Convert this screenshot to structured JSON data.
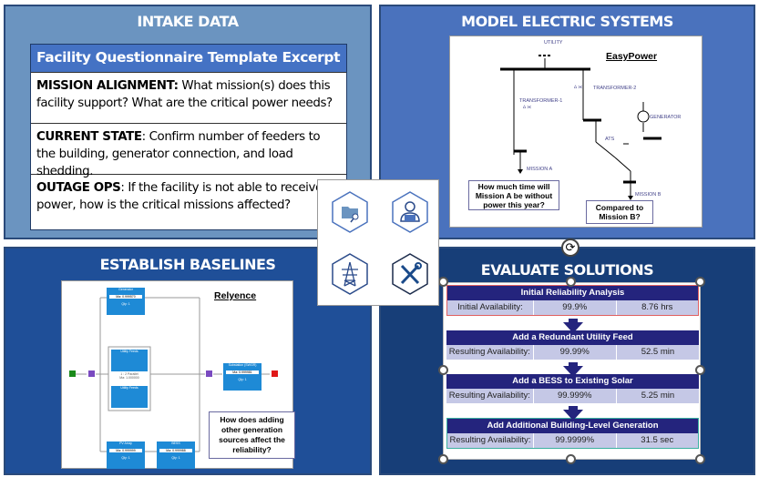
{
  "intake": {
    "title": "INTAKE DATA",
    "card_title": "Facility Questionnaire Template Excerpt",
    "rows": [
      {
        "label": "MISSION ALIGNMENT:",
        "text": " What mission(s) does this facility support? What are the critical power needs?"
      },
      {
        "label": "CURRENT STATE",
        "text": ": Confirm number of feeders to the building, generator connection, and load shedding."
      },
      {
        "label": "OUTAGE OPS",
        "text": ": If the facility is not able to receive power, how is the critical missions affected?"
      }
    ]
  },
  "model": {
    "title": "MODEL ELECTRIC SYSTEMS",
    "tool": "EasyPower",
    "labels": {
      "utility": "UTILITY",
      "t1": "TRANSFORMER-1",
      "t2": "TRANSFORMER-2",
      "gen": "GENERATOR",
      "ats": "ATS",
      "ma": "MISSION A",
      "mb": "MISSION B"
    },
    "question_a": "How much time will Mission A be without power this year?",
    "question_b": "Compared to Mission B?"
  },
  "baselines": {
    "title": "ESTABLISH BASELINES",
    "tool": "Relyence",
    "question": "How does adding other generation sources affect the reliability?",
    "blocks": {
      "generator": {
        "name": "Generator",
        "ma": "Ma: 0.999570",
        "qty": "Qty: 1"
      },
      "utility1": "Utility Feeds",
      "utility2": "Utility Feeds",
      "parallel": "1 : 2 Parallel",
      "parallel_ma": "Ma: 1.000000",
      "substation": {
        "name": "Substation (SWGR)",
        "ma": "Ma: 0.999981",
        "qty": "Qty: 1"
      },
      "pv": {
        "name": "PV Array",
        "ma": "Ma: 0.999999",
        "qty": "Qty: 1"
      },
      "bess": {
        "name": "BESS",
        "ma": "Ma: 0.999988",
        "qty": "Qty: 1"
      }
    }
  },
  "evaluate": {
    "title": "EVALUATE SOLUTIONS",
    "steps": [
      {
        "heading": "Initial Reliability Analysis",
        "label": "Initial Availability:",
        "availability": "99.9%",
        "downtime": "8.76 hrs"
      },
      {
        "heading": "Add a Redundant Utility Feed",
        "label": "Resulting Availability:",
        "availability": "99.99%",
        "downtime": "52.5 min"
      },
      {
        "heading": "Add a BESS to Existing Solar",
        "label": "Resulting Availability:",
        "availability": "99.999%",
        "downtime": "5.25 min"
      },
      {
        "heading": "Add Additional Building-Level Generation",
        "label": "Resulting Availability:",
        "availability": "99.9999%",
        "downtime": "31.5 sec"
      }
    ]
  },
  "icons": [
    "folder-search-icon",
    "engineer-icon",
    "transmission-tower-icon",
    "tools-icon"
  ],
  "colors": {
    "intake": "#6b94c0",
    "model": "#4a72bd",
    "baselines": "#1f4f98",
    "evaluate": "#173e78",
    "table_header": "#24247d"
  }
}
